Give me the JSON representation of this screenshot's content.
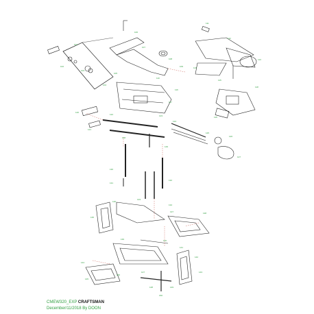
{
  "footer": {
    "model": "CMEW320_EXP",
    "brand": "CRAFTSMAN",
    "date_line": "December/11/2018  By DOON"
  },
  "colors": {
    "line": "#222222",
    "callout": "#2e9e3e",
    "dash": "#c0392b",
    "background": "#ffffff"
  },
  "callouts": [
    "101",
    "102",
    "103",
    "104",
    "105",
    "106",
    "107",
    "108",
    "109",
    "110",
    "111",
    "112",
    "113",
    "114",
    "115",
    "116",
    "117",
    "118",
    "119",
    "120",
    "121",
    "122",
    "123",
    "124",
    "125",
    "126",
    "127",
    "128",
    "129",
    "130",
    "131",
    "132",
    "133",
    "134",
    "135",
    "136",
    "137",
    "138",
    "139",
    "140",
    "141",
    "142",
    "143",
    "144",
    "145",
    "146",
    "147",
    "148",
    "149",
    "150"
  ]
}
